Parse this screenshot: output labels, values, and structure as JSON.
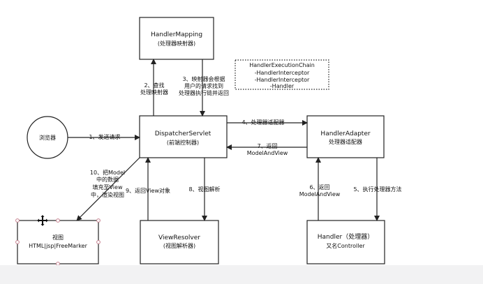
{
  "diagram": {
    "nodes": {
      "handler_mapping": {
        "title": "HandlerMapping",
        "subtitle": "(处理器映射器)"
      },
      "dispatcher_servlet": {
        "title": "DispatcherServlet",
        "subtitle": "(前端控制器)"
      },
      "browser": {
        "title": "浏览器"
      },
      "handler_adapter": {
        "title": "HandlerAdapter",
        "subtitle": "处理器适配器"
      },
      "view": {
        "title": "视图",
        "subtitle": "HTML|jsp|FreeMarker"
      },
      "view_resolver": {
        "title": "ViewResolver",
        "subtitle": "(视图解析器)"
      },
      "handler": {
        "title": "Handler（处理器）",
        "subtitle": "又名Controller"
      }
    },
    "execution_chain": {
      "lines": [
        "HandlerExecutionChain",
        "-HandlerInterceptor",
        "-HandlerInterceptor",
        "-Handler"
      ]
    },
    "edges": {
      "step1": {
        "lines": [
          "1、发送请求"
        ]
      },
      "step2": {
        "lines": [
          "2、查找",
          "处理映射器"
        ]
      },
      "step3": {
        "lines": [
          "3、映射器会根据",
          "用户的请求找到",
          "处理器执行链并返回"
        ]
      },
      "step4": {
        "lines": [
          "4、处理器适配器"
        ]
      },
      "step5": {
        "lines": [
          "5、执行处理器方法"
        ]
      },
      "step6": {
        "lines": [
          "6、返回",
          "ModelAndView"
        ]
      },
      "step7": {
        "lines": [
          "7、返回",
          "ModelAndView"
        ]
      },
      "step8": {
        "lines": [
          "8、视图解析"
        ]
      },
      "step9": {
        "lines": [
          "9、返回View对象"
        ]
      },
      "step10": {
        "lines": [
          "10、把Model",
          "中的数据",
          "填充至View",
          "中，渲染视图"
        ]
      }
    }
  },
  "colors": {
    "stroke": "#222222",
    "background": "#ffffff",
    "footer_strip": "#f2f2f3",
    "selection_handle": "#c57e8d"
  },
  "icons": {
    "move_cursor": "move-cursor-icon"
  }
}
